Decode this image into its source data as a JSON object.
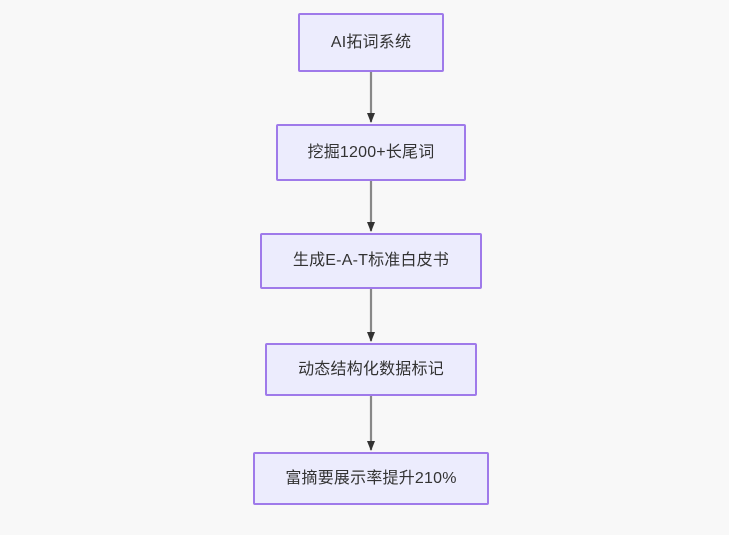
{
  "diagram": {
    "type": "flowchart",
    "direction": "top-to-bottom",
    "background_color": "#f8f8f8",
    "node_fill_color": "#ececfd",
    "node_border_color": "#9f7aea",
    "node_text_color": "#333333",
    "edge_line_color": "#888888",
    "edge_arrow_color": "#333333",
    "nodes": [
      {
        "id": "n0",
        "label": "AI拓词系统"
      },
      {
        "id": "n1",
        "label": "挖掘1200+长尾词"
      },
      {
        "id": "n2",
        "label": "生成E-A-T标准白皮书"
      },
      {
        "id": "n3",
        "label": "动态结构化数据标记"
      },
      {
        "id": "n4",
        "label": "富摘要展示率提升210%"
      }
    ],
    "edges": [
      {
        "from": "n0",
        "to": "n1",
        "label": ""
      },
      {
        "from": "n1",
        "to": "n2",
        "label": ""
      },
      {
        "from": "n2",
        "to": "n3",
        "label": ""
      },
      {
        "from": "n3",
        "to": "n4",
        "label": ""
      }
    ]
  }
}
